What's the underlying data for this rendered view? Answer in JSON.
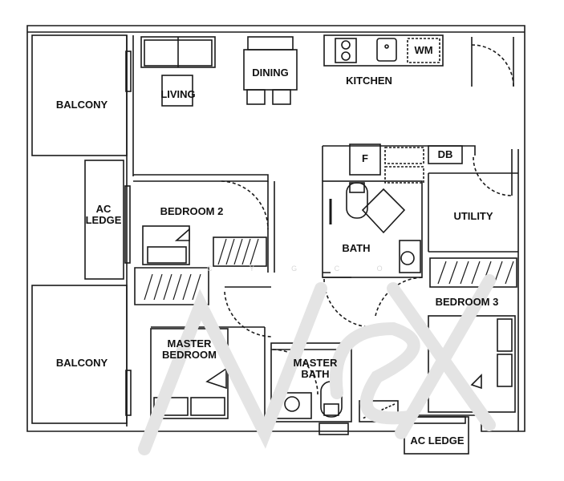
{
  "rooms": {
    "balcony_top": "BALCONY",
    "balcony_bottom": "BALCONY",
    "living": "LIVING",
    "dining": "DINING",
    "kitchen": "KITCHEN",
    "wm": "WM",
    "fridge": "F",
    "db": "DB",
    "ac_ledge_left": "AC\nLEDGE",
    "bedroom2": "BEDROOM 2",
    "utility": "UTILITY",
    "bath": "BATH",
    "bedroom3": "BEDROOM 3",
    "master_bedroom": "MASTER\nBEDROOM",
    "master_bath": "MASTER\nBATH",
    "ac_ledge_bottom": "AC LEDGE"
  },
  "watermark": {
    "letters": "Nex",
    "faint_text": "C Y G C O"
  }
}
